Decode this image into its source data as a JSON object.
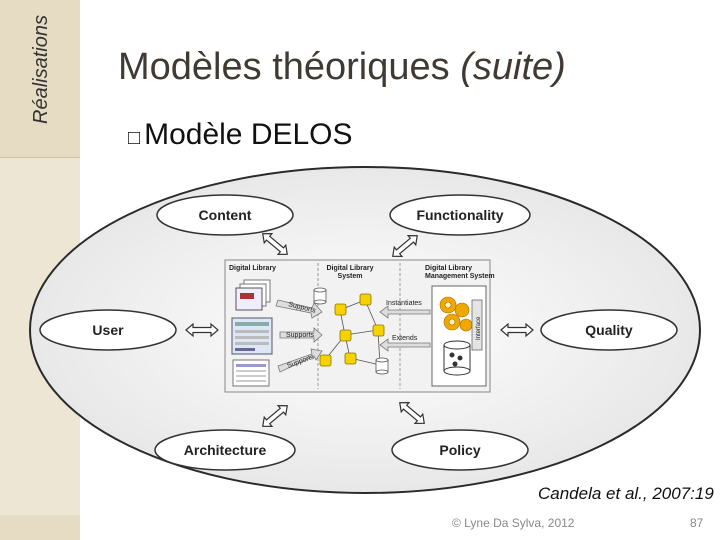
{
  "sidebar": {
    "section_title": "Réalisations"
  },
  "slide": {
    "title_main": "Modèles théoriques ",
    "title_italic": "(suite)",
    "bullet_symbol": "□",
    "bullet_text": "Modèle DELOS"
  },
  "diagram": {
    "nodes": {
      "content": "Content",
      "functionality": "Functionality",
      "user": "User",
      "quality": "Quality",
      "architecture": "Architecture",
      "policy": "Policy"
    },
    "center": {
      "col1": "Digital Library",
      "col2_line1": "Digital Library",
      "col2_line2": "System",
      "col3_line1": "Digital Library",
      "col3_line2": "Management System",
      "supports": "Supports",
      "instantiates": "Instantiates",
      "extends": "Extends",
      "interface": "Interface"
    }
  },
  "citation": "Candela et al., 2007:19",
  "footer": {
    "author": "© Lyne Da Sylva, 2012",
    "page": "87"
  }
}
